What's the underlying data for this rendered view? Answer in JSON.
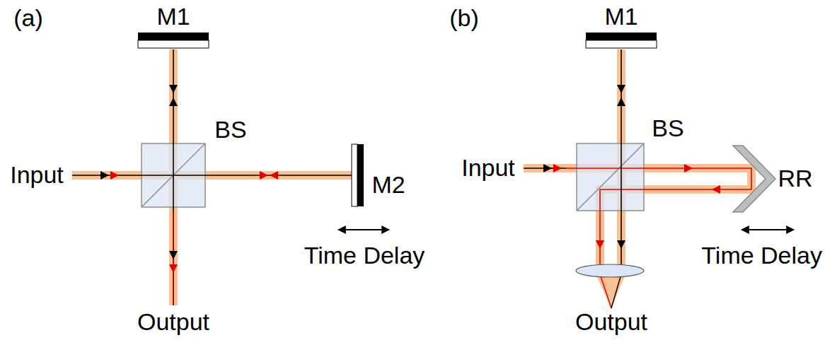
{
  "diagram": {
    "labels": [
      "(a)",
      "M1",
      "BS",
      "Input",
      "M2",
      "Time Delay",
      "Output",
      "(b)",
      "M1",
      "BS",
      "Input",
      "RR",
      "Time Delay",
      "Output"
    ]
  }
}
